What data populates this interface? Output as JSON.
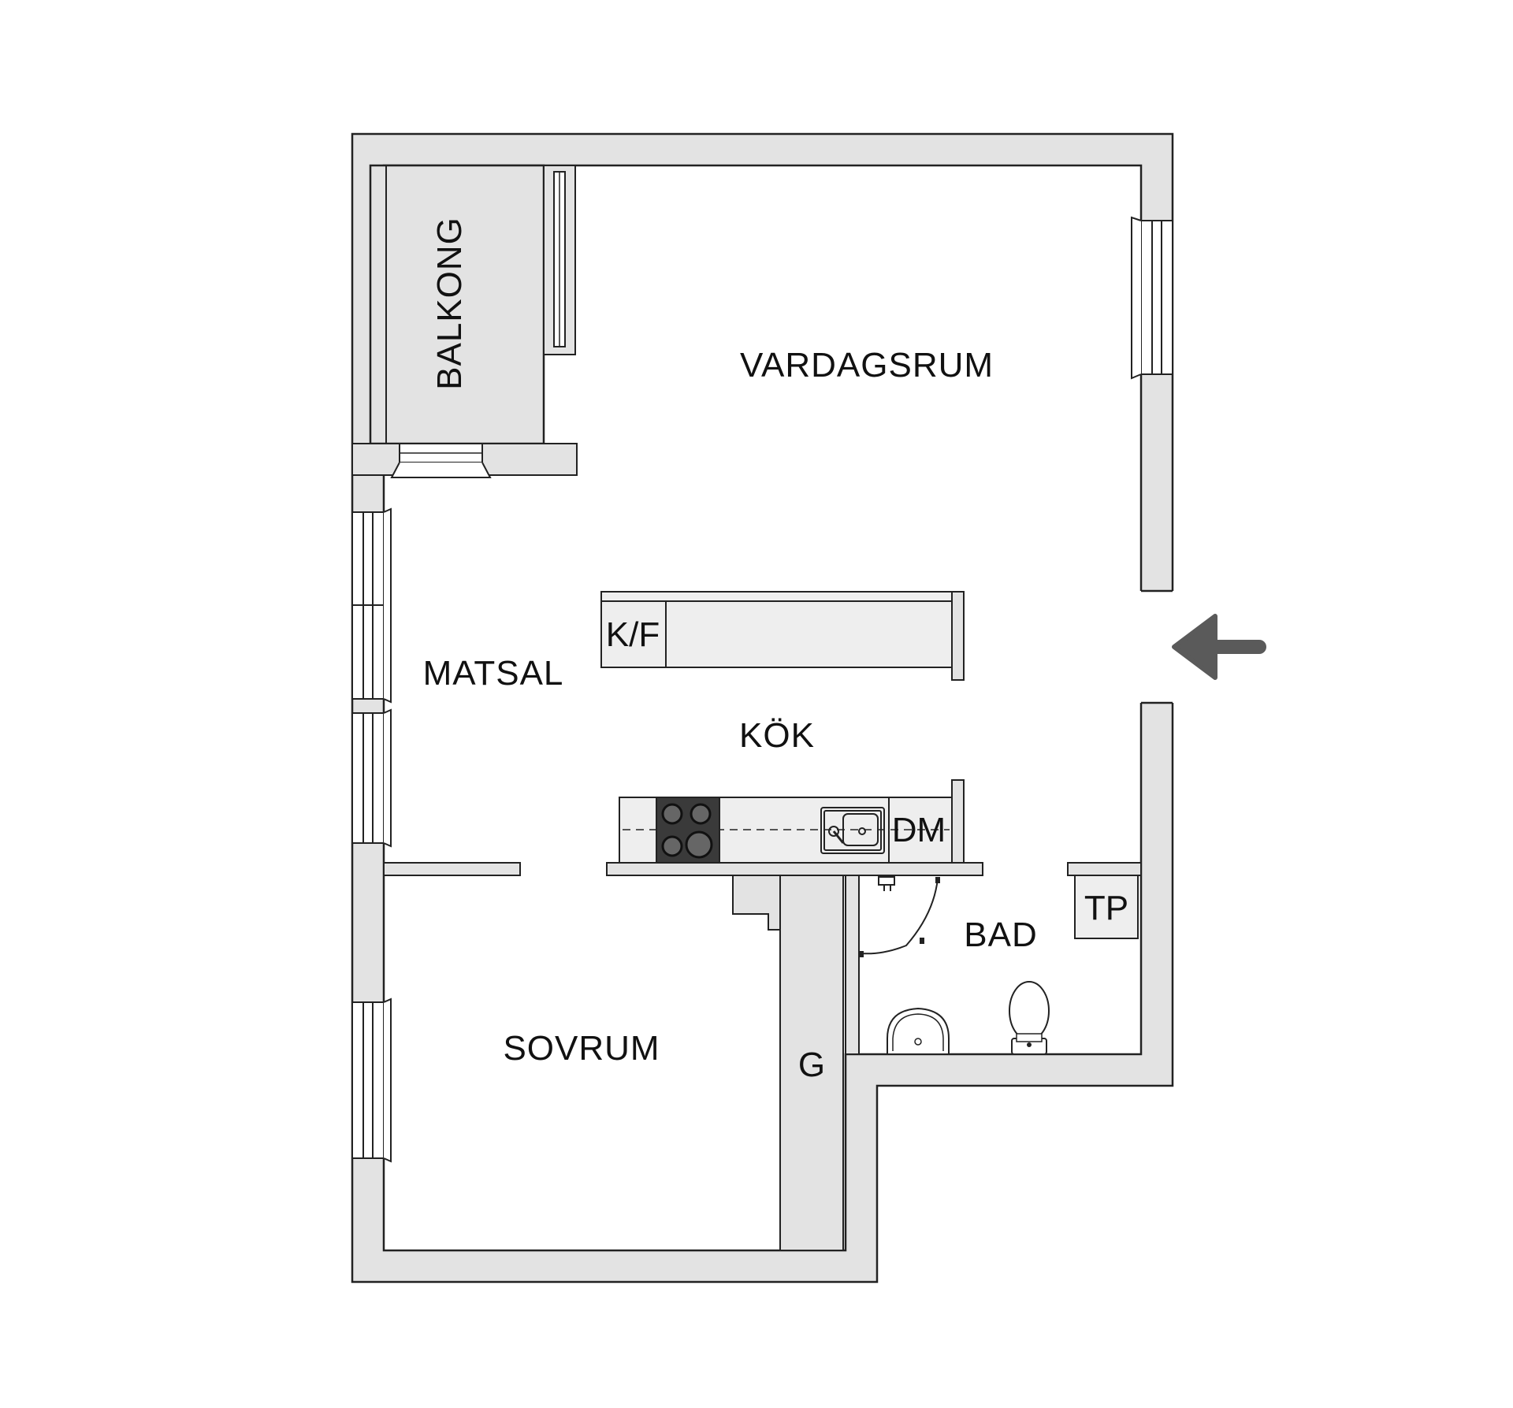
{
  "rooms": {
    "balkong": "BALKONG",
    "vardagsrum": "VARDAGSRUM",
    "matsal": "MATSAL",
    "kok": "KÖK",
    "sovrum": "SOVRUM",
    "bad": "BAD"
  },
  "fixtures": {
    "fridge_freezer": "K/F",
    "dishwasher": "DM",
    "washer_dryer": "TP",
    "wardrobe": "G"
  },
  "entrance": {
    "icon": "entrance-arrow-icon"
  },
  "colors": {
    "wall_fill": "#e3e3e3",
    "wall_stroke": "#222222",
    "fixture_fill": "#eeeeee",
    "arrow": "#5a5a5a",
    "background": "#ffffff"
  }
}
